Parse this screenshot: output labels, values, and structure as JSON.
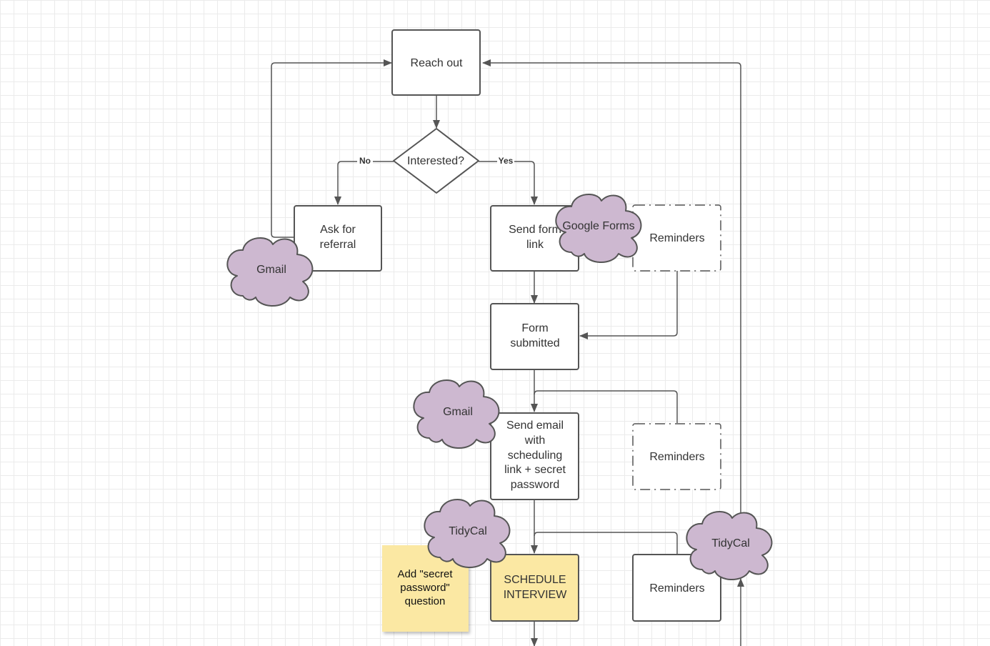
{
  "nodes": {
    "reach_out": "Reach out",
    "interested": "Interested?",
    "ask_referral": [
      "Ask for",
      "referral"
    ],
    "send_form_link": [
      "Send form",
      "link"
    ],
    "reminders_1": "Reminders",
    "form_submitted": [
      "Form",
      "submitted"
    ],
    "send_email": [
      "Send email",
      "with",
      "scheduling",
      "link + secret",
      "password"
    ],
    "reminders_2": "Reminders",
    "schedule_interview": [
      "SCHEDULE",
      "INTERVIEW"
    ],
    "reminders_3": "Reminders"
  },
  "clouds": {
    "gmail_1": "Gmail",
    "google_forms": "Google Forms",
    "gmail_2": "Gmail",
    "tidycal_1": "TidyCal",
    "tidycal_2": "TidyCal"
  },
  "edge_labels": {
    "no": "No",
    "yes": "Yes"
  },
  "sticky_note": [
    "Add \"secret",
    "password\"",
    "question"
  ],
  "colors": {
    "stroke": "#555555",
    "cloud_fill": "#cdb8d0",
    "highlight_fill": "#fbe8a3",
    "sticky_fill": "#fbe8a3",
    "node_fill": "#ffffff"
  }
}
